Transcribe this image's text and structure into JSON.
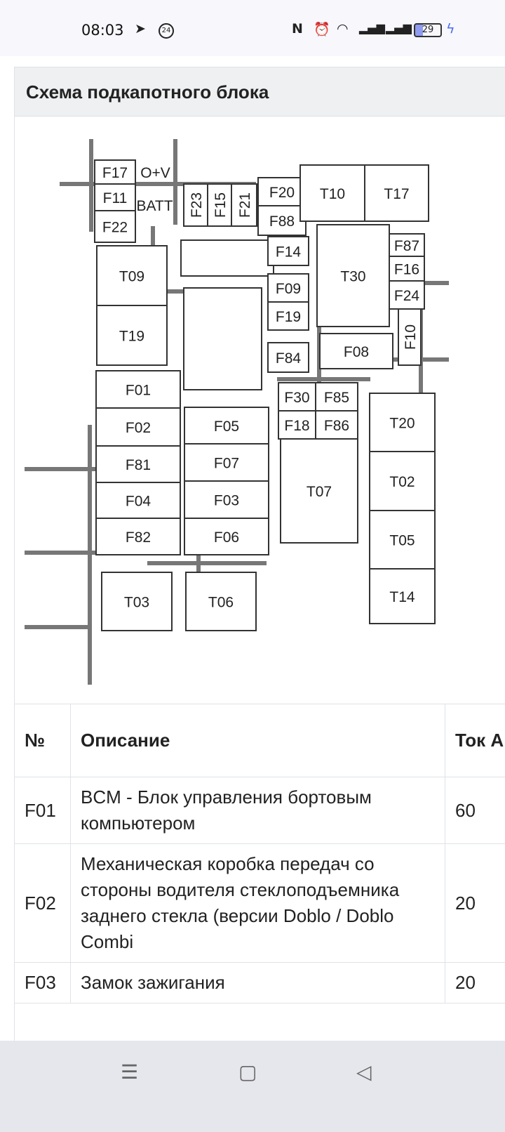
{
  "status_bar": {
    "time": "08:03",
    "notification_badge": "24",
    "battery": "29",
    "icons": [
      "telegram-icon",
      "nfc-icon",
      "alarm-icon",
      "wifi-icon",
      "signal-icon",
      "signal-icon",
      "battery-icon",
      "charging-icon"
    ]
  },
  "section": {
    "title": "Схема подкапотного блока"
  },
  "diagram": {
    "labels": [
      "F17",
      "F11",
      "F22",
      "BATT",
      "O+V",
      "F23",
      "F15",
      "F21",
      "F20",
      "F88",
      "T10",
      "T17",
      "T30",
      "F87",
      "F16",
      "F24",
      "F10",
      "F14",
      "F09",
      "F19",
      "F84",
      "F08",
      "T09",
      "T19",
      "F01",
      "F02",
      "F81",
      "F04",
      "F82",
      "F05",
      "F07",
      "F03",
      "F06",
      "F30",
      "F85",
      "F18",
      "F86",
      "T07",
      "T20",
      "T02",
      "T05",
      "T14",
      "T03",
      "T06"
    ]
  },
  "table": {
    "headers": {
      "num": "№",
      "desc": "Описание",
      "current": "Ток А"
    },
    "rows": [
      {
        "num": "F01",
        "desc": "BCM - Блок управления бортовым компьютером",
        "current": "60"
      },
      {
        "num": "F02",
        "desc": "Механическая коробка передач со стороны водителя стеклоподъемника заднего стекла (версии Doblo / Doblo Combi",
        "current": "20"
      },
      {
        "num": "F03",
        "desc": "Замок зажигания",
        "current": "20"
      }
    ]
  },
  "navbar": {
    "menu": "☰",
    "home": "▢",
    "back": "◁"
  }
}
